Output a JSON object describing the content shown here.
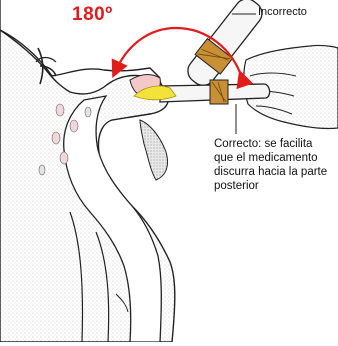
{
  "diagram": {
    "angle_label": "180º",
    "incorrect_label": "Incorrecto",
    "correct_label": "Correcto: se facilita que el medicamento discurra hacia la parte posterior",
    "colors": {
      "arrow": "#e21b1b",
      "medication": "#f3e23a",
      "tube": "#f6f6f6",
      "cap": "#c98f34",
      "stipple": "#d8d8d8",
      "lymph": "#f2d7da",
      "line": "#222222"
    }
  }
}
